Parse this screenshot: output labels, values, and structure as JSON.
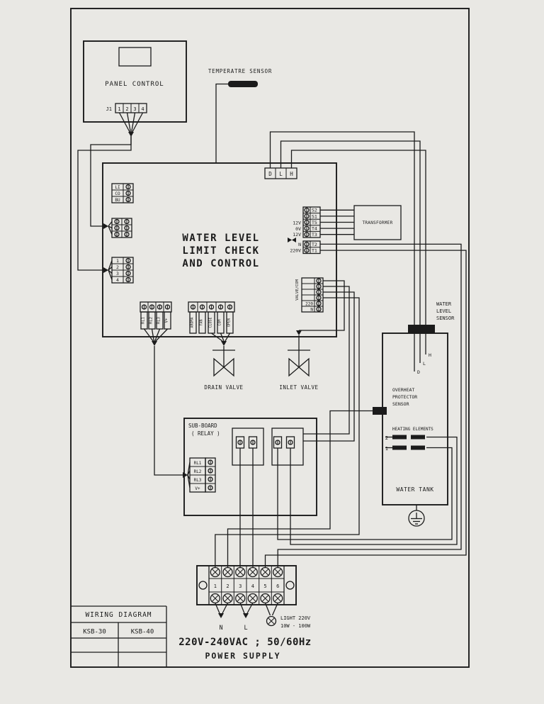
{
  "colors": {
    "paper": "#e9e8e4",
    "ink": "#1b1b1b"
  },
  "panel_control": {
    "title": "PANEL CONTROL",
    "connector_label": "J1",
    "pins": [
      "1",
      "2",
      "3",
      "4"
    ]
  },
  "temp_sensor": {
    "label": "TEMPERATRE SENSOR"
  },
  "main_board": {
    "title_lines": [
      "WATER LEVEL",
      "LIMIT CHECK",
      "AND CONTROL"
    ],
    "top_pins": [
      "D",
      "L",
      "H"
    ],
    "io_block": [
      "LI",
      "CO",
      "BU"
    ],
    "num_block": [
      "1",
      "2",
      "3",
      "4"
    ],
    "right_pins": [
      "S2",
      "S1",
      "T5",
      "T4",
      "T3",
      "T2",
      "T1"
    ],
    "voltage_labels": [
      "12V",
      "0V",
      "12V",
      "N",
      "220V"
    ],
    "relay_out": [
      "RL1",
      "RL2",
      "RL3",
      "V+"
    ],
    "func_out": [
      "AROMA",
      "FAN",
      "CLOSE",
      "COM",
      "OPEN"
    ],
    "aux_block": {
      "rotated_label": "VALVE/COM",
      "labels": [
        "220",
        "N"
      ]
    }
  },
  "transformer": {
    "label": "TRANSFORMER"
  },
  "water_level_sensor": {
    "label_lines": [
      "WATER",
      "LEVEL",
      "SENSOR"
    ],
    "probes": [
      "H",
      "L",
      "D"
    ]
  },
  "water_tank": {
    "overheat_lines": [
      "OVERHEAT",
      "PROTECTOR",
      "SENSOR"
    ],
    "heating_label": "HEATING ELEMENTS",
    "element_numbers": [
      "2",
      "1"
    ],
    "label": "WATER TANK"
  },
  "sub_board": {
    "title_lines": [
      "SUB-BOARD",
      "( RELAY )"
    ],
    "pins": [
      "RL1",
      "RL2",
      "RL3",
      "V+"
    ]
  },
  "valves": {
    "drain": "DRAIN VALVE",
    "inlet": "INLET VALVE"
  },
  "power_block": {
    "terminals": [
      "1",
      "2",
      "3",
      "4",
      "5",
      "6"
    ],
    "neutral": "N",
    "line": "L"
  },
  "lamp": {
    "lines": [
      "LIGHT 220V",
      "10W - 100W"
    ]
  },
  "power": {
    "spec": "220V-240VAC ; 50/60Hz",
    "label": "POWER SUPPLY"
  },
  "title_block": {
    "title": "WIRING DIAGRAM",
    "models": [
      "KSB-30",
      "KSB-40"
    ]
  }
}
